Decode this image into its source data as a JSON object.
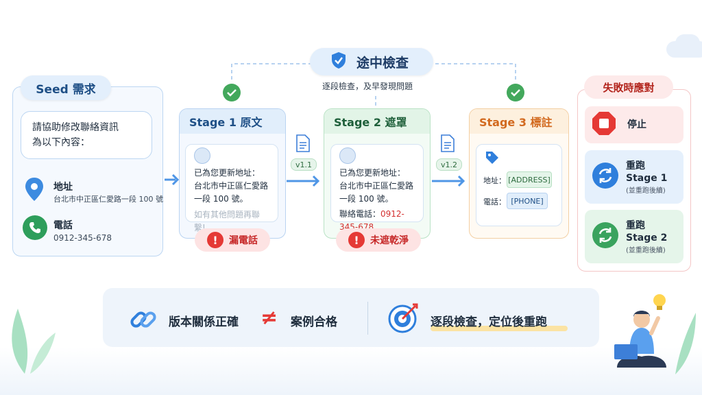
{
  "center_badge": {
    "title": "途中檢查",
    "subtitle": "逐段檢查，及早發現問題"
  },
  "seed": {
    "title": "Seed 需求",
    "request_line1": "請協助修改聯絡資訊",
    "request_line2": "為以下內容：",
    "address_label": "地址",
    "address_value": "台北市中正區仁愛路一段 100 號",
    "phone_label": "電話",
    "phone_value": "0912-345-678"
  },
  "stages": [
    {
      "title": "Stage 1  原文",
      "line1": "已為您更新地址：",
      "line2": "台北市中正區仁愛路",
      "line3": "一段 100 號。",
      "line4": "如有其他問題再聯繫!",
      "warning": "漏電話"
    },
    {
      "title": "Stage 2  遮罩",
      "line1": "已為您更新地址：",
      "line2": "台北市中正區仁愛路",
      "line3": "一段 100 號。",
      "phone_prefix": "聯絡電話：",
      "phone_value": "0912-345-678",
      "warning": "未遮乾淨"
    },
    {
      "title": "Stage 3  標註",
      "address_label": "地址：",
      "address_tag": "[ADDRESS]",
      "phone_label": "電話：",
      "phone_tag": "[PHONE]"
    }
  ],
  "versions": [
    "v1.1",
    "v1.2"
  ],
  "failure": {
    "title": "失敗時應對",
    "stop_label": "停止",
    "rerun1_line1": "重跑",
    "rerun1_line2": "Stage 1",
    "rerun1_note": "(並重跑後續)",
    "rerun2_line1": "重跑",
    "rerun2_line2": "Stage 2",
    "rerun2_note": "(並重跑後續)"
  },
  "summary": {
    "left_text": "版本關係正確",
    "not_equal": "≠",
    "middle_text": "案例合格",
    "right_text": "逐段檢查，定位後重跑"
  },
  "colors": {
    "blue_accent": "#1e6fd9",
    "green_check": "#43a85c",
    "red_warning": "#e53935",
    "orange_stage3": "#e07b1a"
  }
}
